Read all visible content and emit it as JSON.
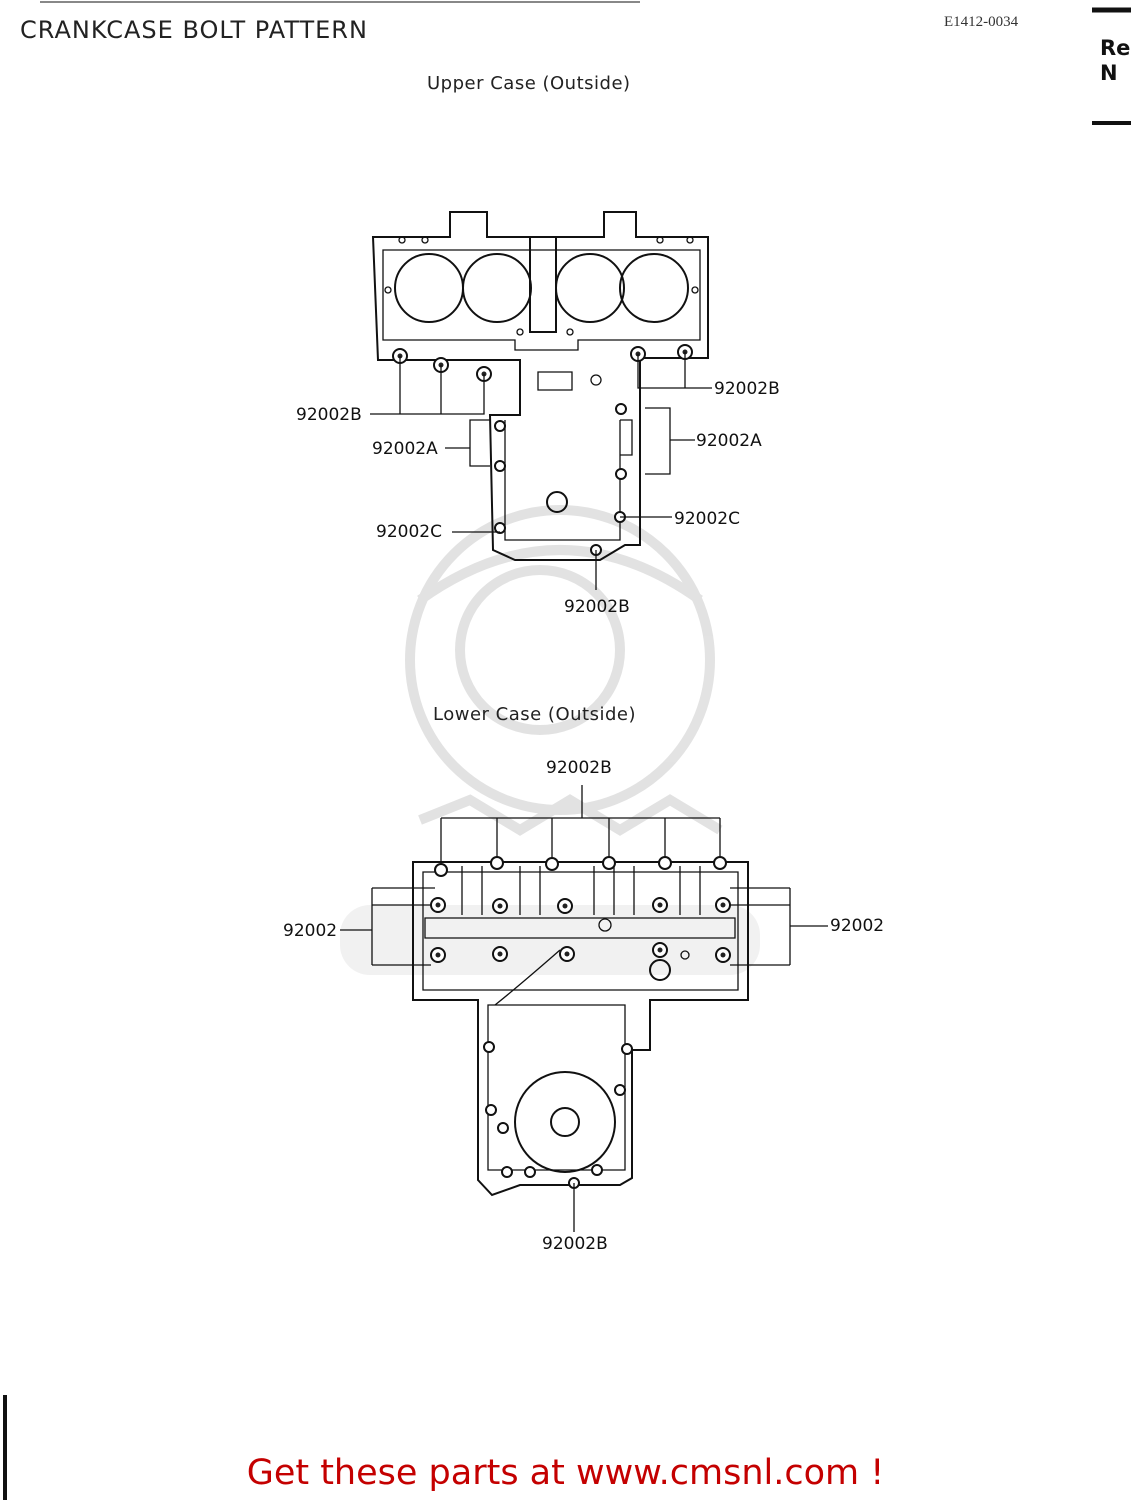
{
  "page": {
    "title": "CRANKCASE BOLT PATTERN",
    "ref_code": "E1412-0034",
    "side_tab": [
      "Re",
      "N"
    ]
  },
  "upper_case": {
    "title": "Upper Case (Outside)",
    "callouts": {
      "b_left": "92002B",
      "b_right": "92002B",
      "a_left": "92002A",
      "a_right": "92002A",
      "c_left": "92002C",
      "c_right": "92002C",
      "b_bottom": "92002B"
    }
  },
  "lower_case": {
    "title": "Lower Case (Outside)",
    "callouts": {
      "b_top": "92002B",
      "left": "92002",
      "right": "92002",
      "b_bottom": "92002B"
    }
  },
  "footer": {
    "promo": "Get these parts at www.cmsnl.com !",
    "promo_color": "#c40000"
  }
}
